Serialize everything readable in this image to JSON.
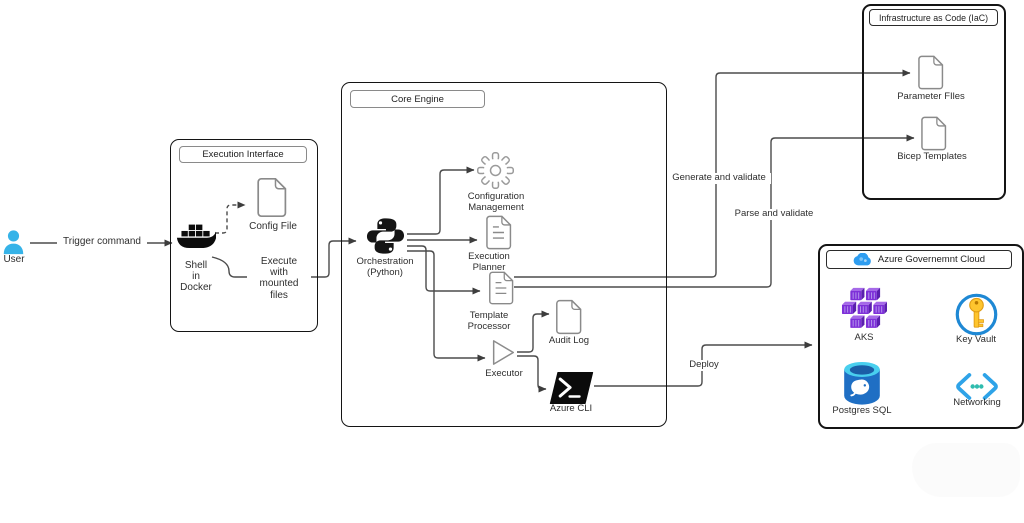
{
  "diagram": {
    "user": {
      "label": "User"
    },
    "edges": {
      "trigger": "Trigger command",
      "execute": "Execute\nwith\nmounted\nfiles",
      "generate": "Generate and validate",
      "parse": "Parse and validate",
      "deploy": "Deploy"
    },
    "execution_interface": {
      "title": "Execution Interface",
      "config_file": "Config File",
      "shell": "Shell\nin\nDocker"
    },
    "core_engine": {
      "title": "Core Engine",
      "orchestration": "Orchestration\n(Python)",
      "config_mgmt": "Configuration\nManagement",
      "planner": "Execution\nPlanner",
      "template": "Template\nProcessor",
      "executor": "Executor",
      "audit": "Audit Log",
      "azure_cli": "Azure CLI"
    },
    "iac": {
      "title": "Infrastructure as Code (IaC)",
      "parameter_files": "Parameter FIles",
      "bicep_templates": "Bicep Templates"
    },
    "cloud": {
      "title": "Azure Governemnt Cloud",
      "aks": "AKS",
      "key_vault": "Key Vault",
      "postgres": "Postgres SQL",
      "networking": "Networking"
    },
    "icons": {
      "user": "person-silhouette",
      "docker": "docker-whale",
      "python": "python-two-snakes",
      "gear": "settings-gear-outline",
      "document": "page-with-folded-corner",
      "play": "play-triangle-outline",
      "powershell": "powershell-terminal",
      "cloud": "azure-cloud",
      "aks": "purple-container-cubes",
      "key_vault": "key-in-blue-ring",
      "postgres": "elephant-database-cylinder",
      "networking": "chevrons-with-dots"
    },
    "colors": {
      "line_gray": "#4b4b4b",
      "box_black": "#141414",
      "user_blue": "#36b3e8",
      "azure_cloud_blue": "#2e9df0",
      "aks_purple": "#7e30d8",
      "key_vault_gold": "#fec52e",
      "key_vault_ring_blue": "#1e88d4",
      "postgres_blue": "#1f6fc4",
      "postgres_cyan": "#49cfee",
      "networking_blue": "#2ea3e8",
      "networking_dot_teal": "#2fbcae"
    }
  }
}
